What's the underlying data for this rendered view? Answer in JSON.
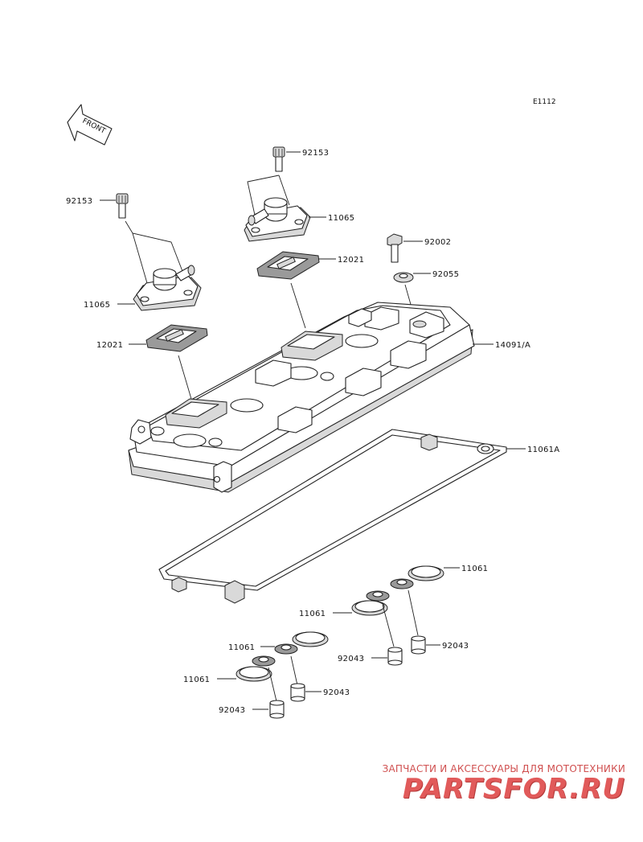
{
  "diagram_code": "E1112",
  "front_arrow_label": "FRONT",
  "labels": {
    "bolt_left": "92153",
    "bolt_center": "92153",
    "cap_left": "11065",
    "cap_center": "11065",
    "gasket_left": "12021",
    "gasket_center": "12021",
    "bolt_right": "92002",
    "washer_right": "92055",
    "cover": "14091/A",
    "cover_gasket": "11061A",
    "seal_1": "11061",
    "seal_2": "11061",
    "seal_3": "11061",
    "seal_4": "11061",
    "collar_1": "92043",
    "collar_2": "92043",
    "collar_3": "92043",
    "collar_4": "92043"
  },
  "watermark": {
    "subtitle": "ЗАПЧАСТИ И АКСЕССУАРЫ ДЛЯ МОТОТЕХНИКИ",
    "logo": "PARTSFOR.RU"
  }
}
